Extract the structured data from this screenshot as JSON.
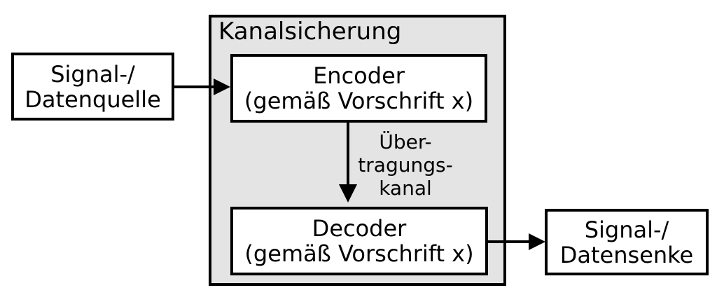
{
  "diagram": {
    "title": "Kanalsicherung",
    "nodes": {
      "source": {
        "line1": "Signal-/",
        "line2": "Datenquelle"
      },
      "encoder": {
        "line1": "Encoder",
        "line2": "(gemäß Vorschrift x)"
      },
      "decoder": {
        "line1": "Decoder",
        "line2": "(gemäß Vorschrift x)"
      },
      "sink": {
        "line1": "Signal-/",
        "line2": "Datensenke"
      }
    },
    "channel_label": {
      "line1": "Über-",
      "line2": "tragungs-",
      "line3": "kanal"
    },
    "edges": [
      {
        "from": "source",
        "to": "encoder",
        "direction": "right"
      },
      {
        "from": "encoder",
        "to": "decoder",
        "direction": "down",
        "label": "Übertragungskanal"
      },
      {
        "from": "decoder",
        "to": "sink",
        "direction": "right"
      }
    ],
    "colors": {
      "background": "#ffffff",
      "container_fill": "#e4e4e4",
      "box_fill": "#ffffff",
      "stroke": "#000000"
    }
  }
}
